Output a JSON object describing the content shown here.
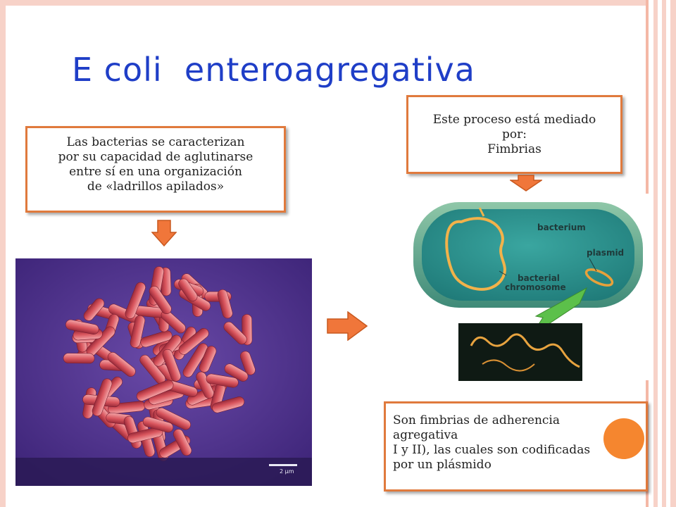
{
  "slide": {
    "title": "E coli  enteroagregativa"
  },
  "boxes": {
    "left": {
      "lines": [
        "Las bacterias se caracterizan",
        "por su capacidad de aglutinarse",
        "entre sí en una organización",
        "de «ladrillos apilados»"
      ]
    },
    "top": {
      "lines": [
        "Este proceso está mediado",
        "por:",
        "Fimbrias"
      ]
    },
    "bottom": {
      "lines": [
        "Son  fimbrias de adherencia",
        "agregativa",
        "I y II), las cuales son codificadas",
        "por un plásmido"
      ]
    }
  },
  "diagram": {
    "labels": {
      "bacterium": "bacterium",
      "plasmid": "plasmid",
      "chromosome_1": "bacterial",
      "chromosome_2": "chromosome"
    }
  },
  "micrograph": {
    "scale_label": "2 μm"
  },
  "colors": {
    "accent_orange": "#f5862f",
    "arrow_orange": "#f0763a",
    "title_blue": "#1f3ec7",
    "frame_pink": "#f7d2c8"
  }
}
